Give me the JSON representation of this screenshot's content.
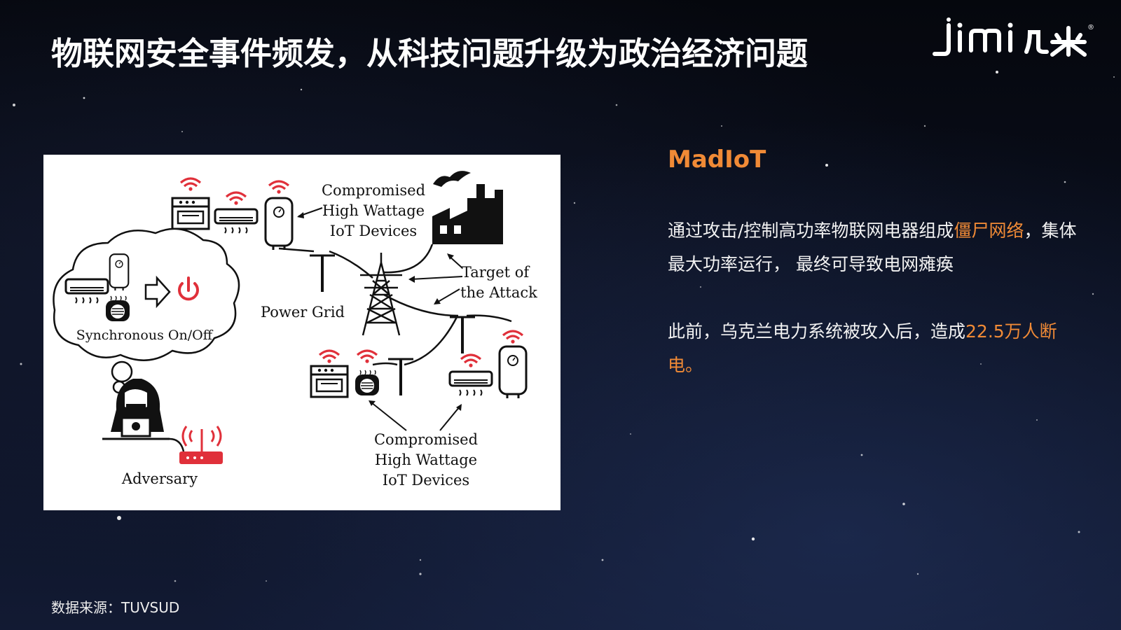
{
  "slide": {
    "title": "物联网安全事件频发，从科技问题升级为政治经济问题",
    "logo": {
      "text": "JIMI",
      "cn": "几米",
      "mark": "®"
    }
  },
  "figure": {
    "label_top_devices": [
      "Compromised",
      "High Wattage",
      "IoT Devices"
    ],
    "label_bottom_devices": [
      "Compromised",
      "High Wattage",
      "IoT Devices"
    ],
    "label_target": [
      "Target of",
      "the Attack"
    ],
    "label_power_grid": "Power Grid",
    "label_sync": "Synchronous On/Off",
    "label_adversary": "Adversary",
    "colors": {
      "wifi": "#e0303a",
      "power": "#e0303a",
      "router": "#e0303a"
    }
  },
  "content": {
    "heading": "MadIoT",
    "p1_pre": "通过攻击/控制高功率物联网电器组成",
    "p1_hl": "僵尸网络",
    "p1_post": "，集体最大功率运行， 最终可导致电网瘫痪",
    "p2_pre": "此前，乌克兰电力系统被攻入后，造成",
    "p2_hl": "22.5万人断电。"
  },
  "footer": {
    "source": "数据来源：TUVSUD"
  },
  "colors": {
    "accent": "#f08a36",
    "text": "#f2f2f2"
  }
}
